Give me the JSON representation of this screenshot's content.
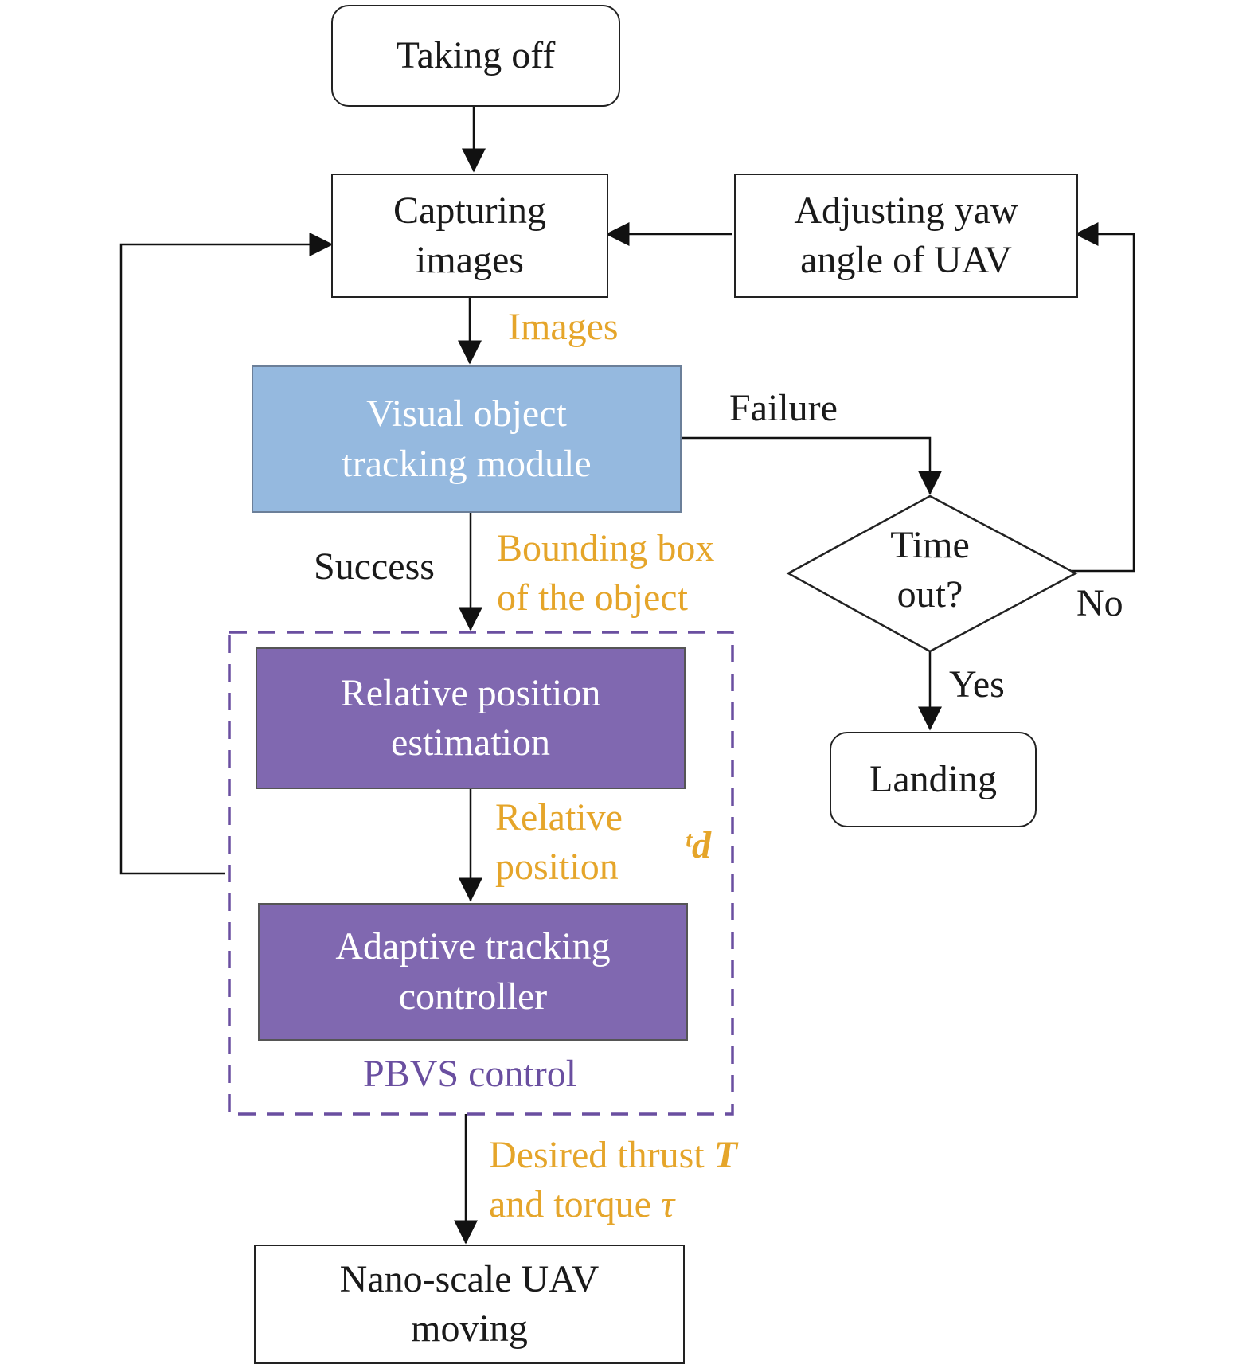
{
  "nodes": {
    "taking_off": "Taking off",
    "capturing_images": [
      "Capturing",
      "images"
    ],
    "adjusting_yaw": [
      "Adjusting yaw",
      "angle of UAV"
    ],
    "visual_tracking": [
      "Visual object",
      "tracking module"
    ],
    "time_out": [
      "Time",
      "out?"
    ],
    "landing": "Landing",
    "relative_position_estimation": [
      "Relative position",
      "estimation"
    ],
    "adaptive_tracking_controller": [
      "Adaptive tracking",
      "controller"
    ],
    "nano_uav_moving": [
      "Nano-scale UAV",
      "moving"
    ]
  },
  "edge_labels": {
    "images": "Images",
    "failure": "Failure",
    "success": "Success",
    "bounding_box": [
      "Bounding box",
      "of the object"
    ],
    "no": "No",
    "yes": "Yes",
    "relative_position": [
      "Relative",
      "position"
    ],
    "rd_symbol": "ᵗd",
    "pbvs_control": "PBVS control",
    "desired_thrust_prefix": "Desired thrust ",
    "thrust_symbol": "T",
    "and_torque_prefix": "and torque ",
    "torque_symbol": "τ"
  },
  "colors": {
    "tracking_module": "#95b9df",
    "pbvs_blocks": "#8068b0",
    "annotation_orange": "#e5a52a",
    "pbvs_border": "#6a4fa0"
  }
}
